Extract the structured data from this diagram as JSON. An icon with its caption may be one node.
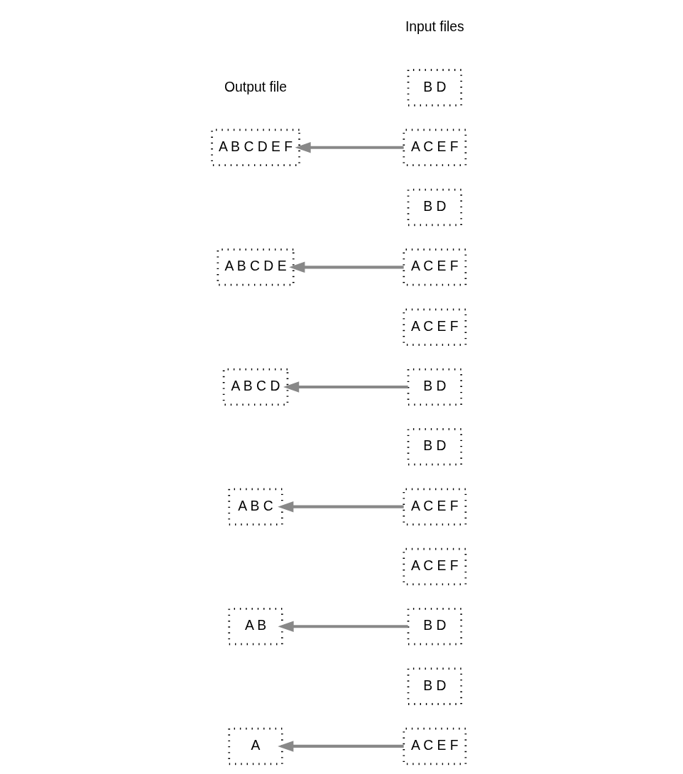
{
  "diagram": {
    "nodes": [
      {
        "text": [
          "A"
        ]
      },
      {
        "text": [
          "B D"
        ]
      },
      {
        "text": [
          "A C E F"
        ]
      },
      {
        "text": [
          "A B"
        ]
      },
      {
        "text": [
          "B D"
        ]
      },
      {
        "text": [
          "A C E F"
        ]
      },
      {
        "text": [
          "A B C"
        ]
      },
      {
        "text": [
          "B D"
        ]
      },
      {
        "text": [
          "A C E F"
        ]
      },
      {
        "text": [
          "A B C D"
        ]
      },
      {
        "text": [
          "B D"
        ]
      },
      {
        "text": [
          "A C E F"
        ]
      },
      {
        "text": [
          "A B C D E"
        ]
      },
      {
        "text": [
          "B D"
        ]
      },
      {
        "text": [
          "A C E F"
        ]
      },
      {
        "text": [
          "A B C D E F"
        ]
      },
      {
        "text": [
          "B D"
        ]
      },
      {
        "text": [
          "A C E F"
        ]
      }
    ],
    "edges": [
      {
        "from": 2,
        "to": 0,
        "arrow": "to"
      },
      {
        "from": 4,
        "to": 3,
        "arrow": "to"
      },
      {
        "from": 8,
        "to": 6,
        "arrow": "to"
      },
      {
        "from": 10,
        "to": 9,
        "arrow": "to"
      },
      {
        "from": 14,
        "to": 12,
        "arrow": "to"
      },
      {
        "from": 17,
        "to": 15,
        "arrow": "to"
      }
    ],
    "labels": [
      "Output file",
      "Input files"
    ]
  }
}
